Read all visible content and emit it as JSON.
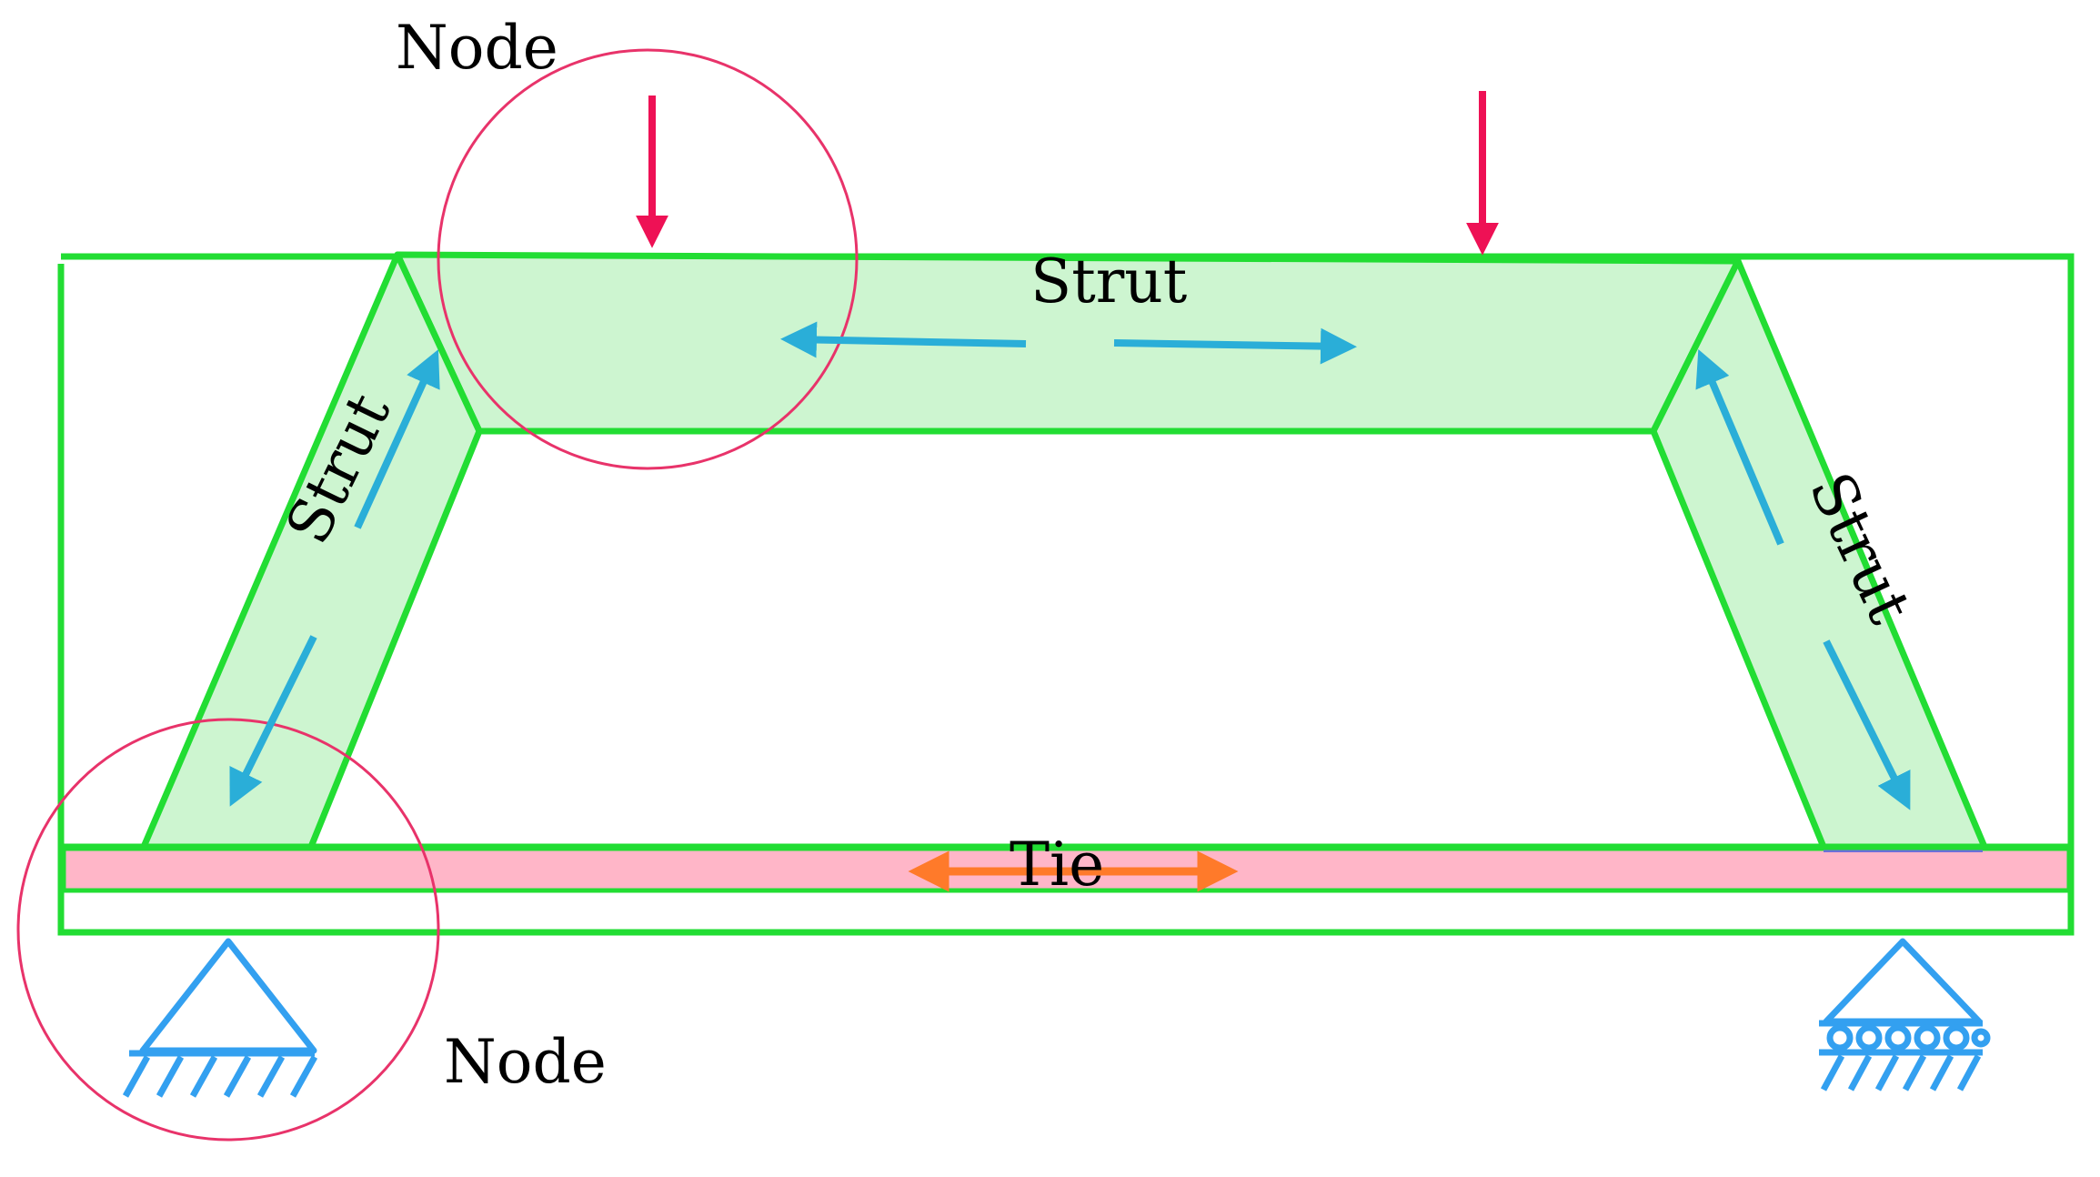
{
  "diagram": {
    "labels": {
      "node_top": "Node",
      "node_bottom": "Node",
      "strut_top": "Strut",
      "strut_left": "Strut",
      "strut_right": "Strut",
      "tie": "Tie"
    },
    "colors": {
      "outline": "#22dd33",
      "strut_fill": "#cdf5d0",
      "tie_fill": "#ffb6c8",
      "node_circle": "#e8336a",
      "load_arrow": "#ee1155",
      "force_arrow": "#2aaed8",
      "tie_arrow": "#ff7a2a",
      "support": "#33a0f0"
    },
    "icons": {
      "pin_support": "pin-support-icon",
      "roller_support": "roller-support-icon"
    }
  }
}
